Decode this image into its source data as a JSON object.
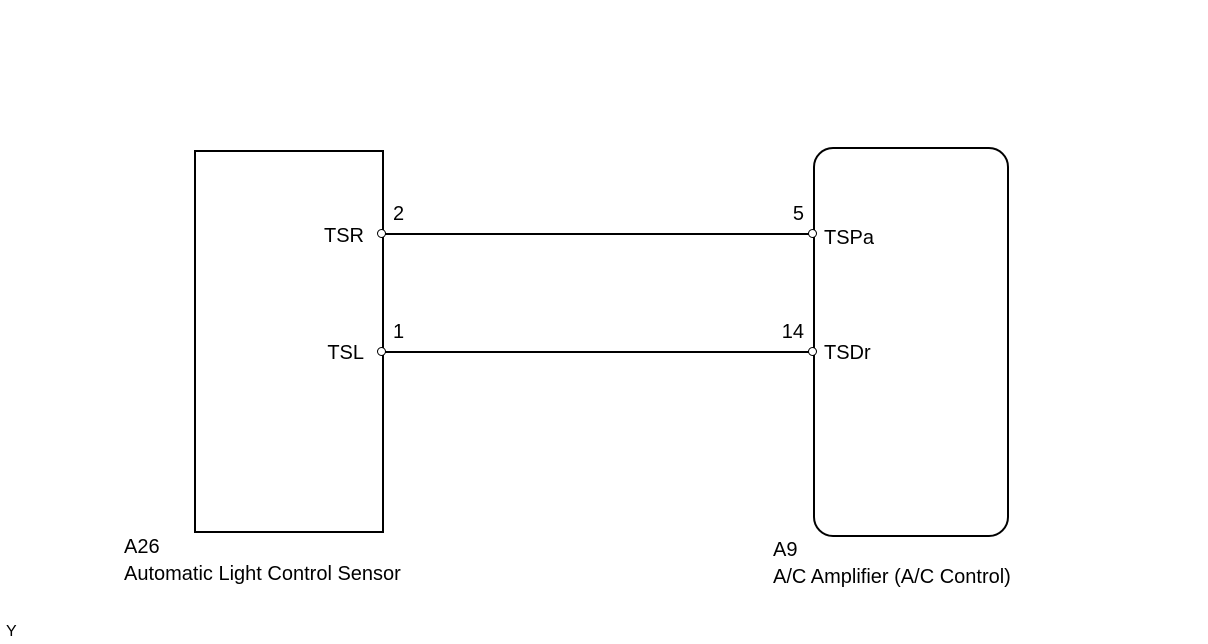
{
  "components": {
    "sensor": {
      "code": "A26",
      "name": "Automatic Light Control Sensor"
    },
    "amplifier": {
      "code": "A9",
      "name": "A/C Amplifier (A/C Control)"
    }
  },
  "connections": [
    {
      "from_terminal": "TSR",
      "from_pin": "2",
      "to_pin": "5",
      "to_terminal": "TSPa"
    },
    {
      "from_terminal": "TSL",
      "from_pin": "1",
      "to_pin": "14",
      "to_terminal": "TSDr"
    }
  ],
  "footer_mark": "Y"
}
